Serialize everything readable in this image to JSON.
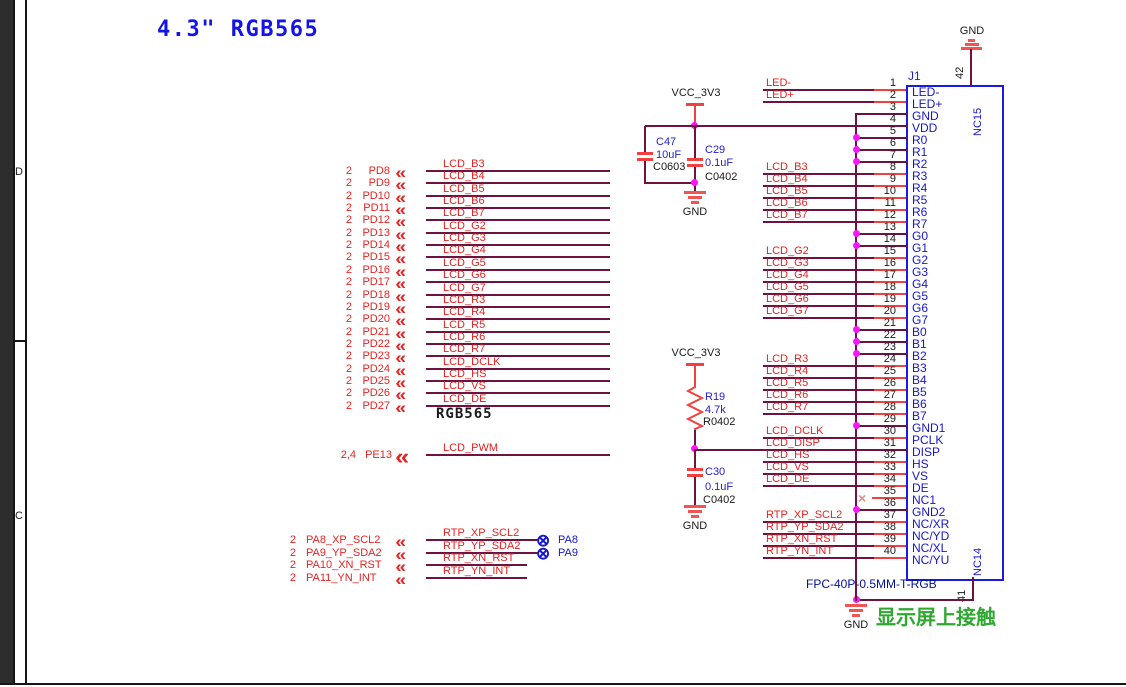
{
  "sheet": {
    "title": "4.3\" RGB565",
    "zone_top": "D",
    "zone_bottom": "C",
    "region_label": "RGB565",
    "note": "显示屏上接触"
  },
  "power": {
    "vcc": "VCC_3V3",
    "gnd": "GND"
  },
  "components": {
    "c47": {
      "ref": "C47",
      "value": "10uF",
      "footprint": "C0603"
    },
    "c29": {
      "ref": "C29",
      "value": "0.1uF",
      "footprint": "C0402"
    },
    "r19": {
      "ref": "R19",
      "value": "4.7k",
      "footprint": "R0402"
    },
    "c30": {
      "ref": "C30",
      "value": "0.1uF",
      "footprint": "C0402"
    }
  },
  "left_lcd_bus": {
    "rows": [
      {
        "page": "2",
        "port": "PD8",
        "net": "LCD_B3"
      },
      {
        "page": "2",
        "port": "PD9",
        "net": "LCD_B4"
      },
      {
        "page": "2",
        "port": "PD10",
        "net": "LCD_B5"
      },
      {
        "page": "2",
        "port": "PD11",
        "net": "LCD_B6"
      },
      {
        "page": "2",
        "port": "PD12",
        "net": "LCD_B7"
      },
      {
        "page": "2",
        "port": "PD13",
        "net": "LCD_G2"
      },
      {
        "page": "2",
        "port": "PD14",
        "net": "LCD_G3"
      },
      {
        "page": "2",
        "port": "PD15",
        "net": "LCD_G4"
      },
      {
        "page": "2",
        "port": "PD16",
        "net": "LCD_G5"
      },
      {
        "page": "2",
        "port": "PD17",
        "net": "LCD_G6"
      },
      {
        "page": "2",
        "port": "PD18",
        "net": "LCD_G7"
      },
      {
        "page": "2",
        "port": "PD19",
        "net": "LCD_R3"
      },
      {
        "page": "2",
        "port": "PD20",
        "net": "LCD_R4"
      },
      {
        "page": "2",
        "port": "PD21",
        "net": "LCD_R5"
      },
      {
        "page": "2",
        "port": "PD22",
        "net": "LCD_R6"
      },
      {
        "page": "2",
        "port": "PD23",
        "net": "LCD_R7"
      },
      {
        "page": "2",
        "port": "PD24",
        "net": "LCD_DCLK"
      },
      {
        "page": "2",
        "port": "PD25",
        "net": "LCD_HS"
      },
      {
        "page": "2",
        "port": "PD26",
        "net": "LCD_VS"
      },
      {
        "page": "2",
        "port": "PD27",
        "net": "LCD_DE"
      }
    ]
  },
  "pwm": {
    "page": "2,4",
    "port": "PE13",
    "net": "LCD_PWM"
  },
  "rtp_bus": {
    "rows": [
      {
        "page": "2",
        "port": "PA8_XP_SCL2",
        "net": "RTP_XP_SCL2",
        "marker": "PA8"
      },
      {
        "page": "2",
        "port": "PA9_YP_SDA2",
        "net": "RTP_YP_SDA2",
        "marker": "PA9"
      },
      {
        "page": "2",
        "port": "PA10_XN_RST",
        "net": "RTP_XN_RST"
      },
      {
        "page": "2",
        "port": "PA11_YN_INT",
        "net": "RTP_YN_INT"
      }
    ]
  },
  "connector": {
    "ref": "J1",
    "part": "FPC-40P-0.5MM-T-RGB",
    "mount_pin_top": "42",
    "mount_pin_bottom": "41",
    "nc_top": "NC15",
    "nc_bottom": "NC14",
    "pins": [
      {
        "num": "1",
        "name": "LED-",
        "conn": "net",
        "net": "LED-"
      },
      {
        "num": "2",
        "name": "LED+",
        "conn": "net",
        "net": "LED+"
      },
      {
        "num": "3",
        "name": "GND",
        "conn": "corner"
      },
      {
        "num": "4",
        "name": "VDD",
        "conn": "vdd"
      },
      {
        "num": "5",
        "name": "R0",
        "conn": "tie"
      },
      {
        "num": "6",
        "name": "R1",
        "conn": "tie"
      },
      {
        "num": "7",
        "name": "R2",
        "conn": "tie"
      },
      {
        "num": "8",
        "name": "R3",
        "conn": "net",
        "net": "LCD_B3"
      },
      {
        "num": "9",
        "name": "R4",
        "conn": "net",
        "net": "LCD_B4"
      },
      {
        "num": "10",
        "name": "R5",
        "conn": "net",
        "net": "LCD_B5"
      },
      {
        "num": "11",
        "name": "R6",
        "conn": "net",
        "net": "LCD_B6"
      },
      {
        "num": "12",
        "name": "R7",
        "conn": "net",
        "net": "LCD_B7"
      },
      {
        "num": "13",
        "name": "G0",
        "conn": "tie"
      },
      {
        "num": "14",
        "name": "G1",
        "conn": "tie"
      },
      {
        "num": "15",
        "name": "G2",
        "conn": "net",
        "net": "LCD_G2"
      },
      {
        "num": "16",
        "name": "G3",
        "conn": "net",
        "net": "LCD_G3"
      },
      {
        "num": "17",
        "name": "G4",
        "conn": "net",
        "net": "LCD_G4"
      },
      {
        "num": "18",
        "name": "G5",
        "conn": "net",
        "net": "LCD_G5"
      },
      {
        "num": "19",
        "name": "G6",
        "conn": "net",
        "net": "LCD_G6"
      },
      {
        "num": "20",
        "name": "G7",
        "conn": "net",
        "net": "LCD_G7"
      },
      {
        "num": "21",
        "name": "B0",
        "conn": "tie"
      },
      {
        "num": "22",
        "name": "B1",
        "conn": "tie"
      },
      {
        "num": "23",
        "name": "B2",
        "conn": "tie"
      },
      {
        "num": "24",
        "name": "B3",
        "conn": "net",
        "net": "LCD_R3"
      },
      {
        "num": "25",
        "name": "B4",
        "conn": "net",
        "net": "LCD_R4"
      },
      {
        "num": "26",
        "name": "B5",
        "conn": "net",
        "net": "LCD_R5"
      },
      {
        "num": "27",
        "name": "B6",
        "conn": "net",
        "net": "LCD_R6"
      },
      {
        "num": "28",
        "name": "B7",
        "conn": "net",
        "net": "LCD_R7"
      },
      {
        "num": "29",
        "name": "GND1",
        "conn": "tie"
      },
      {
        "num": "30",
        "name": "PCLK",
        "conn": "net",
        "net": "LCD_DCLK"
      },
      {
        "num": "31",
        "name": "DISP",
        "conn": "net_long",
        "net": "LCD_DISP"
      },
      {
        "num": "32",
        "name": "HS",
        "conn": "net",
        "net": "LCD_HS"
      },
      {
        "num": "33",
        "name": "VS",
        "conn": "net",
        "net": "LCD_VS"
      },
      {
        "num": "34",
        "name": "DE",
        "conn": "net",
        "net": "LCD_DE"
      },
      {
        "num": "35",
        "name": "NC1",
        "conn": "nc"
      },
      {
        "num": "36",
        "name": "GND2",
        "conn": "tie"
      },
      {
        "num": "37",
        "name": "NC/XR",
        "conn": "net",
        "net": "RTP_XP_SCL2"
      },
      {
        "num": "38",
        "name": "NC/YD",
        "conn": "net",
        "net": "RTP_YP_SDA2"
      },
      {
        "num": "39",
        "name": "NC/XL",
        "conn": "net",
        "net": "RTP_XN_RST"
      },
      {
        "num": "40",
        "name": "NC/YU",
        "conn": "net",
        "net": "RTP_YN_INT"
      }
    ]
  },
  "colors": {
    "wire_maroon": "#6E1240",
    "pin_stub_red": "#F04040",
    "junction_magenta": "#FF14FF",
    "label_red": "#E62222",
    "pin_name_blue": "#1616CC",
    "value_blue": "#2222CC",
    "designator_navy": "#000F9E",
    "note_green": "#2FA82F",
    "gnd_symbol_red": "#F25454",
    "connector_box_blue": "#1A1AE6",
    "title_blue": "#1414E8"
  }
}
